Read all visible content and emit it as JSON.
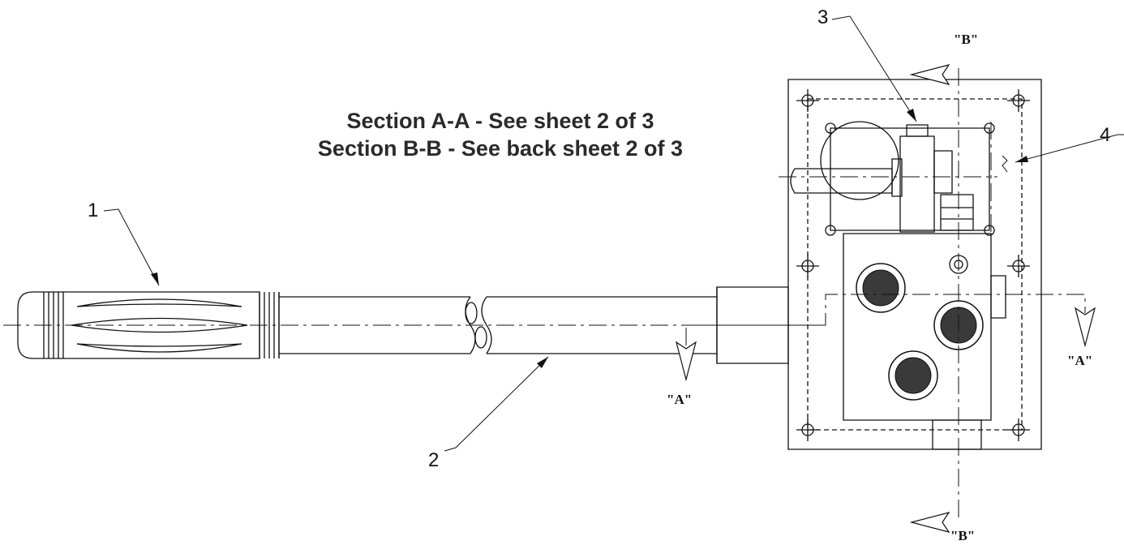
{
  "notes": {
    "line1": "Section A-A  -  See sheet 2 of 3",
    "line2": "Section B-B  -  See back sheet 2 of 3"
  },
  "callouts": {
    "item1": "1",
    "item2": "2",
    "item3": "3",
    "item4": "4"
  },
  "section_labels": {
    "a_left": "\"A\"",
    "a_right": "\"A\"",
    "b_top": "\"B\"",
    "b_bottom": "\"B\""
  }
}
